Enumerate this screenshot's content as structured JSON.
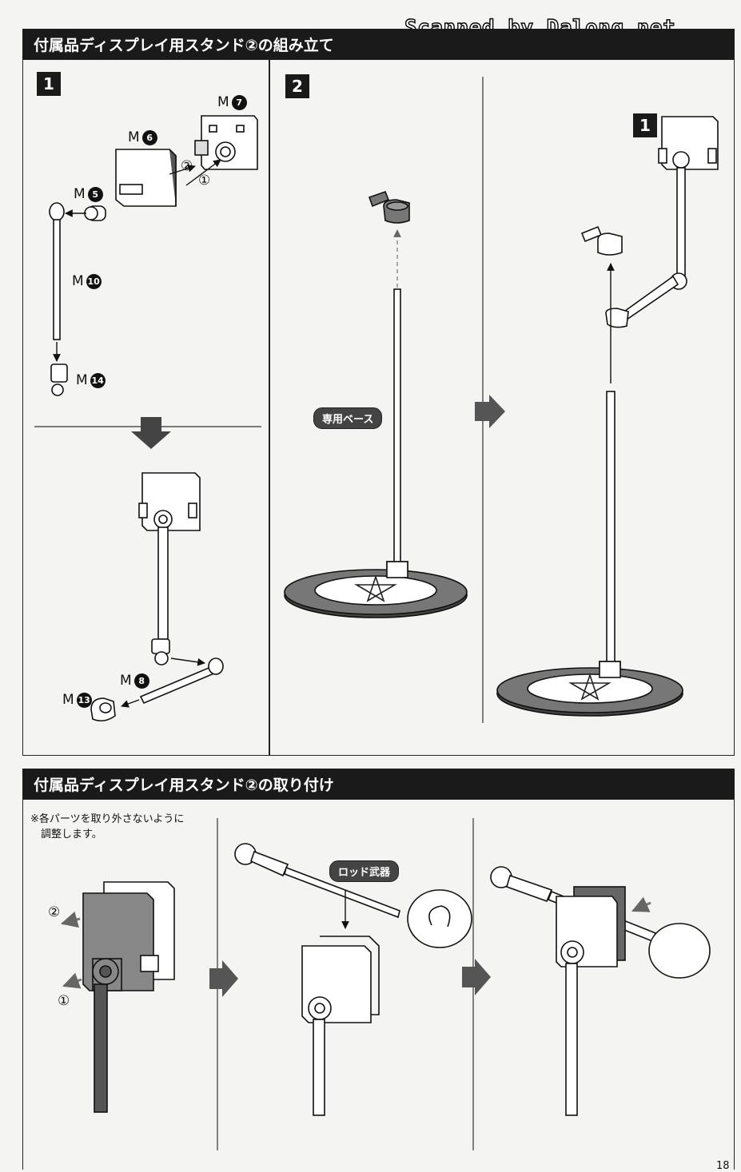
{
  "watermark": "Scanned by Dalong.net",
  "section1": {
    "title": "付属品ディスプレイ用スタンド②の組み立て",
    "step1": {
      "number": "1",
      "parts": [
        {
          "prefix": "M",
          "num": "7"
        },
        {
          "prefix": "M",
          "num": "6"
        },
        {
          "prefix": "M",
          "num": "5"
        },
        {
          "prefix": "M",
          "num": "10"
        },
        {
          "prefix": "M",
          "num": "14"
        },
        {
          "prefix": "M",
          "num": "8"
        },
        {
          "prefix": "M",
          "num": "13"
        }
      ],
      "order_marks": [
        "②",
        "①"
      ]
    },
    "step2": {
      "number": "2",
      "base_label": "専用ベース",
      "result_number": "1"
    }
  },
  "section2": {
    "title": "付属品ディスプレイ用スタンド②の取り付け",
    "note": "※各パーツを取り外さないように\n　調整します。",
    "order_marks": [
      "②",
      "①"
    ],
    "weapon_label": "ロッド武器"
  },
  "page_number": "18",
  "colors": {
    "bar": "#1a1a1a",
    "paper": "#f4f4f2",
    "part_gray": "#777777"
  }
}
